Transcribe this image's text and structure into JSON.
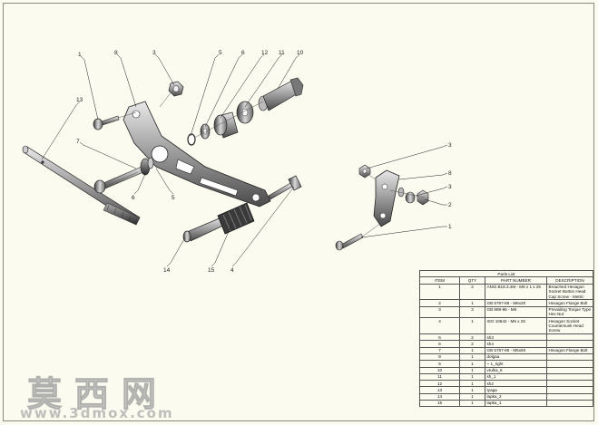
{
  "balloons": {
    "b1": "1",
    "b8": "8",
    "b3": "3",
    "b5": "5",
    "b6": "6",
    "b12": "12",
    "b11": "11",
    "b10": "10",
    "b13": "13",
    "b7": "7",
    "b6b": "6",
    "b5b": "5",
    "b14": "14",
    "b15": "15",
    "b4": "4",
    "r3": "3",
    "r8": "8",
    "r3b": "3",
    "r2": "2",
    "r1": "1"
  },
  "parts_list": {
    "title": "Parts List",
    "headers": [
      "ITEM",
      "QTY",
      "PART NUMBER",
      "DESCRIPTION"
    ],
    "rows": [
      [
        "1",
        "2",
        "ANSI B18.3.4M - M6 x 1 x 25",
        "Broached Hexagon Socket Button Head Cap Screw - Metric"
      ],
      [
        "2",
        "1",
        "GB 5787-86 - M6x30",
        "Hexagon Flange Bolt"
      ],
      [
        "3",
        "3",
        "GB 889-86 - M6",
        "Prevailing Torque Type Hex Nut"
      ],
      [
        "4",
        "1",
        "ISO 10642 - M6 x 25",
        "Hexagon Socket Countersunk Head Screw"
      ],
      [
        "5",
        "2",
        "sh3",
        ""
      ],
      [
        "6",
        "2",
        "sh4",
        ""
      ],
      [
        "7",
        "1",
        "GB 5787-86 - M5x60",
        "Hexagon Flange Bolt"
      ],
      [
        "8",
        "1",
        "dolgaa",
        ""
      ],
      [
        "9",
        "1",
        "~ 1_right",
        ""
      ],
      [
        "10",
        "1",
        "vtulka_6",
        ""
      ],
      [
        "11",
        "1",
        "sh_1",
        ""
      ],
      [
        "12",
        "1",
        "sh2",
        ""
      ],
      [
        "13",
        "1",
        "tyaga",
        ""
      ],
      [
        "14",
        "1",
        "lapka_2",
        ""
      ],
      [
        "15",
        "1",
        "lapka_1",
        ""
      ]
    ]
  },
  "watermark": {
    "brand": "莫西网",
    "url": "www.3dmox.com"
  }
}
